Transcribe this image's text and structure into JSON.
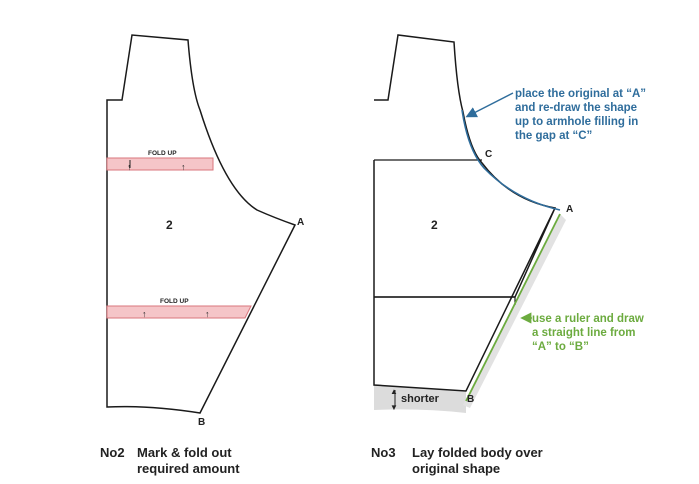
{
  "left_panel": {
    "fold_label_top": "FOLD UP",
    "fold_label_bottom": "FOLD UP",
    "piece_number": "2",
    "point_a": "A",
    "point_b": "B",
    "caption_number": "No2",
    "caption_text": "Mark & fold out required amount"
  },
  "right_panel": {
    "piece_number": "2",
    "point_a": "A",
    "point_b": "B",
    "point_c": "C",
    "shorter_label": "shorter",
    "note_blue": [
      "place the original at “A”",
      "and re-draw the shape",
      "up to armhole filling in",
      "the gap at “C”"
    ],
    "note_green": [
      "use a ruler and draw",
      "a straight line from",
      "“A” to “B”"
    ],
    "caption_number": "No3",
    "caption_text": "Lay folded body over original shape"
  },
  "colors": {
    "outline": "#1a1a1a",
    "fold_fill": "#f5c5c8",
    "fold_stroke": "#d9767d",
    "blue_note": "#2f6d9c",
    "green_note": "#6cab3f",
    "shorter_fill": "#dcdcdc"
  }
}
